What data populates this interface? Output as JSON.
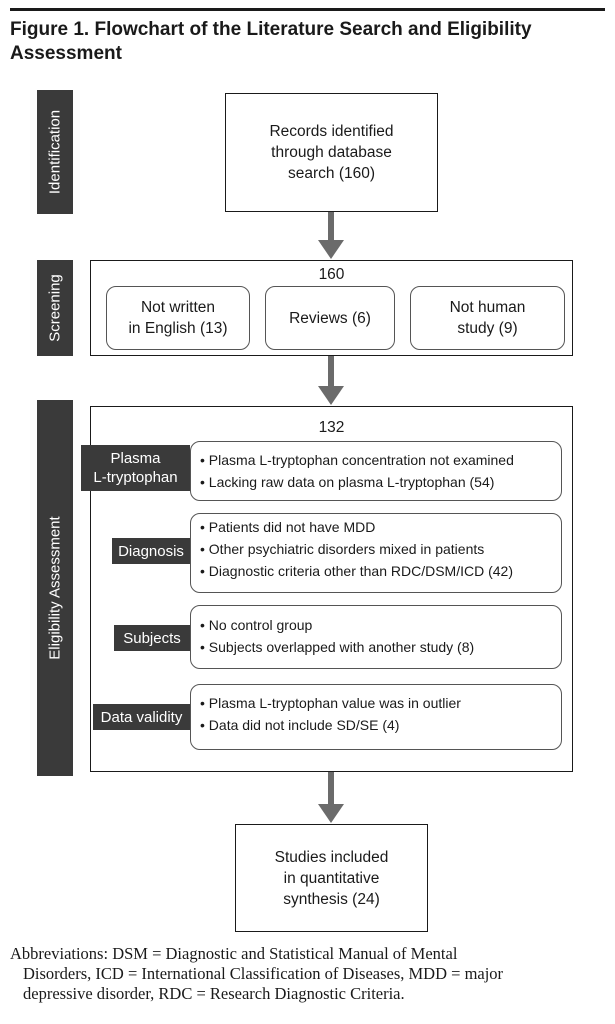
{
  "title": "Figure 1. Flowchart of the Literature Search and Eligibility Assessment",
  "stages": {
    "identification": "Identification",
    "screening": "Screening",
    "eligibility": "Eligibility Assessment"
  },
  "identified_box": [
    "Records identified",
    "through database",
    "search (160)"
  ],
  "screening": {
    "count": "160",
    "exclusions": [
      [
        "Not written",
        "in English (13)"
      ],
      [
        "Reviews (6)"
      ],
      [
        "Not human",
        "study (9)"
      ]
    ]
  },
  "eligibility": {
    "count": "132",
    "groups": [
      {
        "tag": [
          "Plasma",
          "L-tryptophan"
        ],
        "items": [
          "Plasma L-tryptophan concentration not examined",
          "Lacking raw data on plasma L-tryptophan (54)"
        ]
      },
      {
        "tag": [
          "Diagnosis"
        ],
        "items": [
          "Patients did not have MDD",
          "Other psychiatric disorders mixed in patients",
          "Diagnostic criteria other than RDC/DSM/ICD (42)"
        ]
      },
      {
        "tag": [
          "Subjects"
        ],
        "items": [
          "No control group",
          "Subjects overlapped with another study (8)"
        ]
      },
      {
        "tag": [
          "Data validity"
        ],
        "items": [
          "Plasma L-tryptophan value was in outlier",
          "Data did not include SD/SE (4)"
        ]
      }
    ]
  },
  "included_box": [
    "Studies included",
    "in quantitative",
    "synthesis (24)"
  ],
  "footnote": [
    "Abbreviations: DSM = Diagnostic and Statistical Manual of Mental",
    "Disorders, ICD = International Classification of Diseases, MDD = major",
    "depressive disorder, RDC = Research Diagnostic Criteria."
  ]
}
